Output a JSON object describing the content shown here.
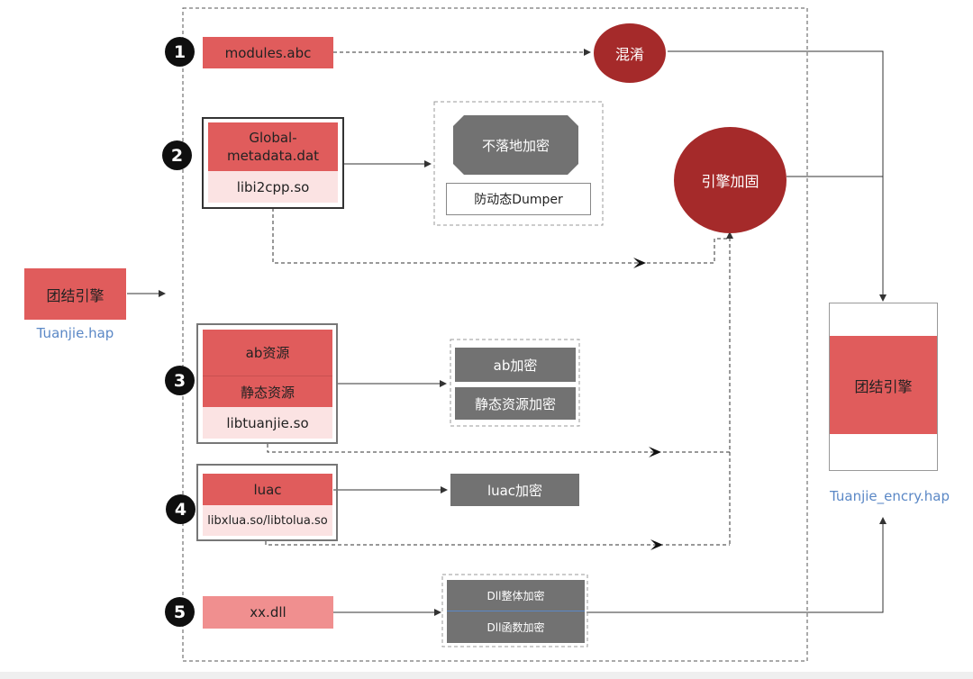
{
  "engine": {
    "label": "团结引擎",
    "file": "Tuanjie.hap"
  },
  "output": {
    "label": "团结引擎",
    "file": "Tuanjie_encry.hap"
  },
  "steps": [
    {
      "number": "1",
      "file": "modules.abc",
      "target": "混淆"
    },
    {
      "number": "2",
      "files": [
        "Global-metadata.dat",
        "libi2cpp.so"
      ],
      "ops": [
        "不落地加密",
        "防动态Dumper"
      ]
    },
    {
      "number": "3",
      "files": [
        "ab资源",
        "静态资源",
        "libtuanjie.so"
      ],
      "ops": [
        "ab加密",
        "静态资源加密"
      ]
    },
    {
      "number": "4",
      "files": [
        "luac",
        "libxlua.so/libtolua.so"
      ],
      "ops": [
        "luac加密"
      ]
    },
    {
      "number": "5",
      "file": "xx.dll",
      "ops": [
        "Dll整体加密",
        "Dll函数加密"
      ]
    }
  ],
  "hardening": "引擎加固",
  "colors": {
    "dark_red": "#a52a2a",
    "red": "#e05c5c",
    "pink": "#f08f8f",
    "light_pink": "#fbe3e3",
    "gray": "#727272",
    "link_blue": "#5b88c6"
  }
}
